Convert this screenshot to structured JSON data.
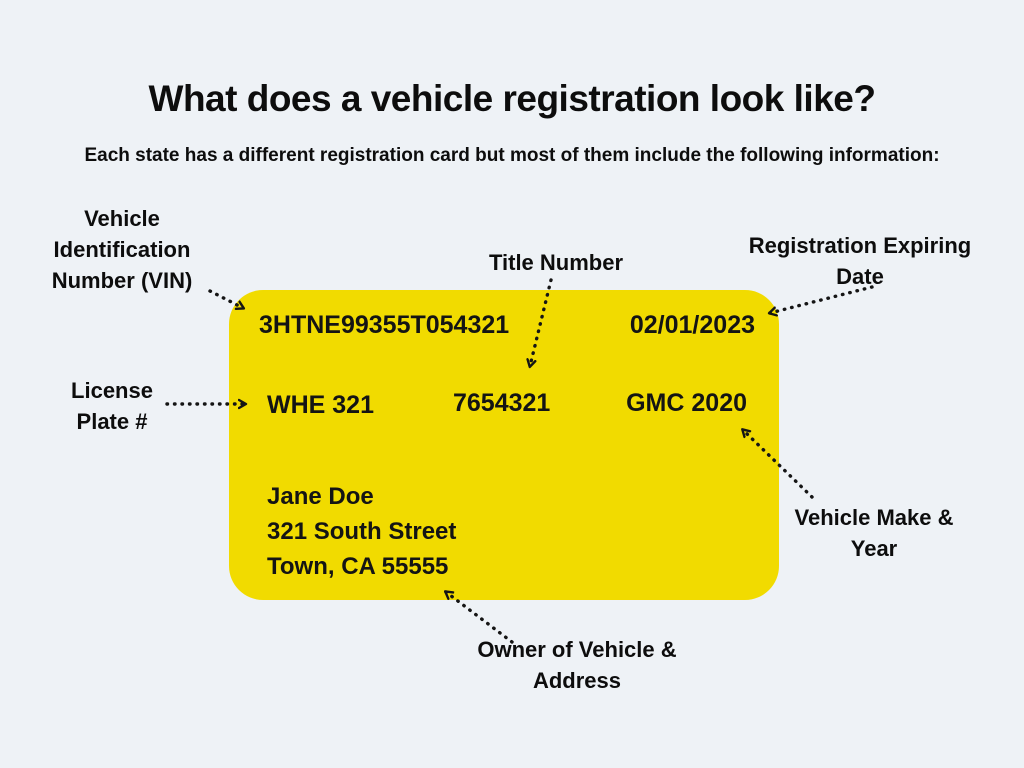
{
  "page": {
    "title": "What does a vehicle registration look like?",
    "subtitle": "Each state has a different registration card but most of them include the following information:"
  },
  "callouts": {
    "vin_label": "Vehicle Identification Number (VIN)",
    "license_plate_label": "License Plate #",
    "title_number_label": "Title Number",
    "registration_expiring_label": "Registration Expiring Date",
    "vehicle_make_year_label": "Vehicle Make & Year",
    "owner_label": "Owner of Vehicle & Address"
  },
  "registration_card": {
    "vin_value": "3HTNE99355T054321",
    "expiring_date_value": "02/01/2023",
    "license_plate_value": "WHE 321",
    "title_number_value": "7654321",
    "make_year_value": "GMC 2020",
    "owner_name": "Jane Doe",
    "owner_street": "321 South Street",
    "owner_city_state_zip": "Town, CA 55555"
  },
  "colors": {
    "background": "#eef2f6",
    "card_background": "#f1db00",
    "text": "#0d0d0d",
    "arrow": "#151515"
  }
}
